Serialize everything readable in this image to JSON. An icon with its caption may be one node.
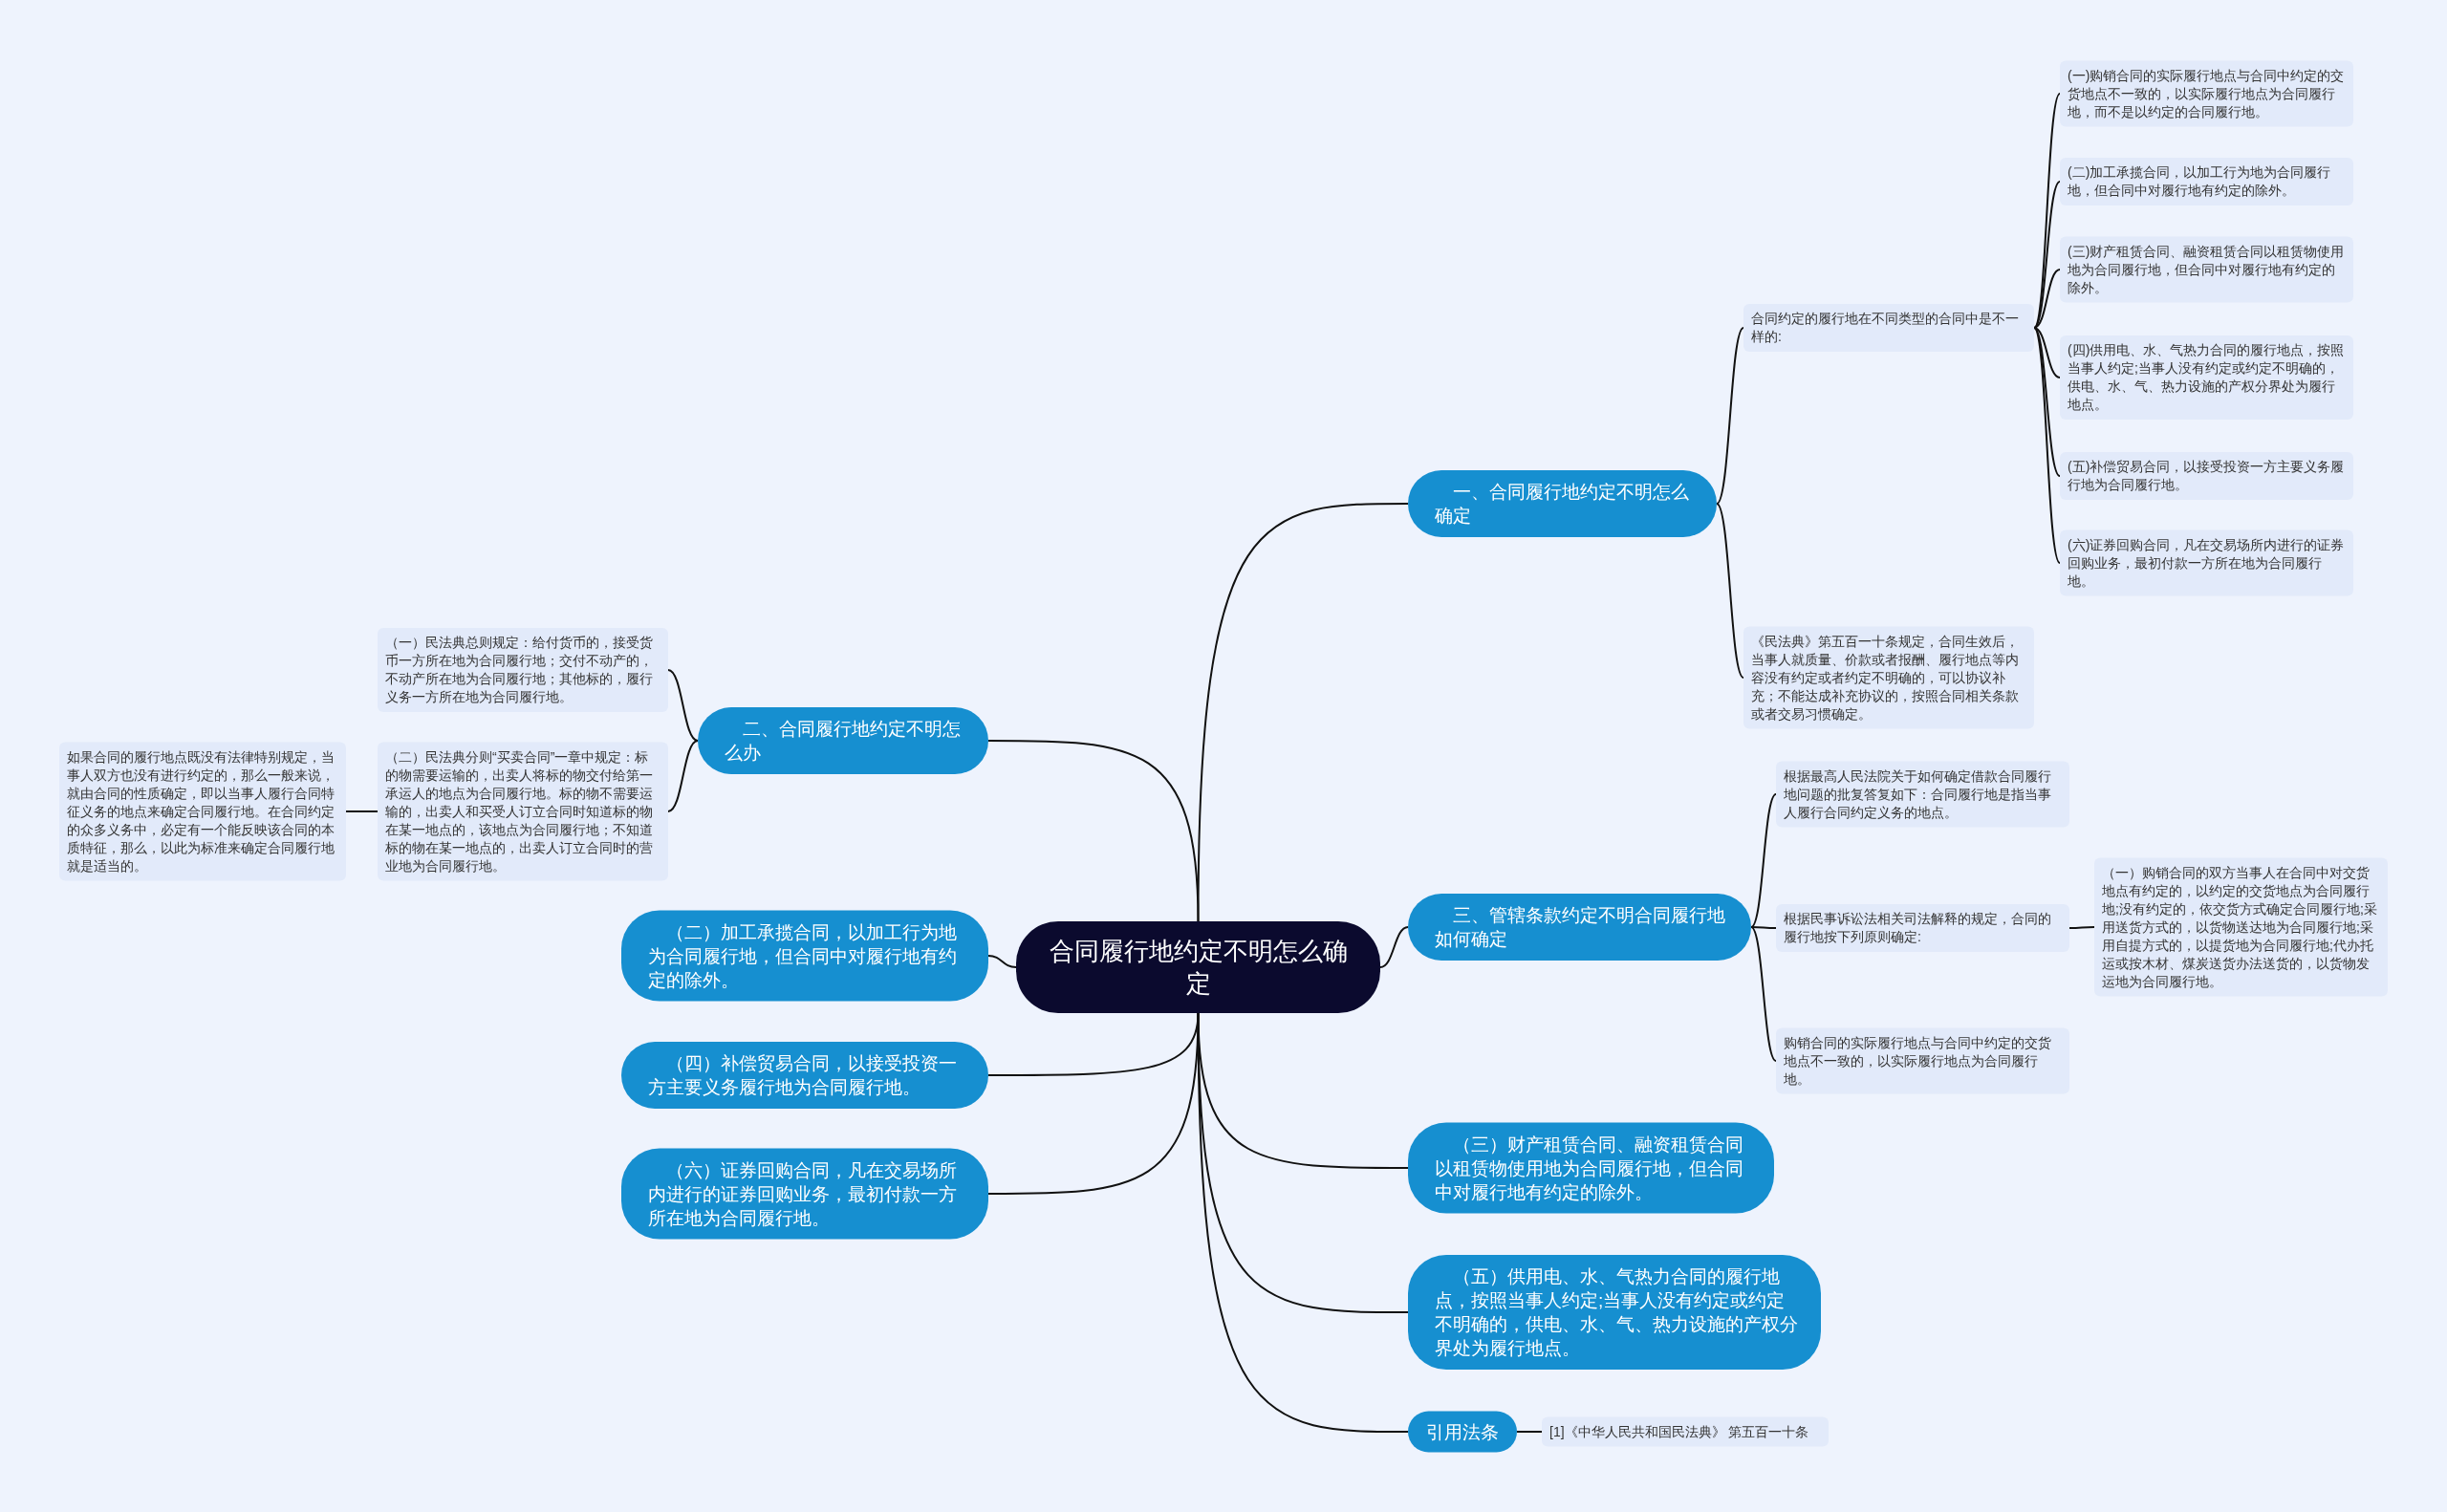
{
  "diagram": {
    "nodes": [
      {
        "text": [
          "合同履行地约定不明怎么确定"
        ]
      },
      {
        "text": [
          "一、合同履行地约定不明怎么确定"
        ]
      },
      {
        "text": [
          "合同约定的履行地在不同类型的合同中是不一样的:"
        ]
      },
      {
        "text": [
          "(一)购销合同的实际履行地点与合同中约定的交货地点不一致的，以实际履行地点为合同履行地，而不是以约定的合同履行地。"
        ]
      },
      {
        "text": [
          "(二)加工承揽合同，以加工行为地为合同履行地，但合同中对履行地有约定的除外。"
        ]
      },
      {
        "text": [
          "(三)财产租赁合同、融资租赁合同以租赁物使用地为合同履行地，但合同中对履行地有约定的除外。"
        ]
      },
      {
        "text": [
          "(四)供用电、水、气热力合同的履行地点，按照当事人约定;当事人没有约定或约定不明确的，供电、水、气、热力设施的产权分界处为履行地点。"
        ]
      },
      {
        "text": [
          "(五)补偿贸易合同，以接受投资一方主要义务履行地为合同履行地。"
        ]
      },
      {
        "text": [
          "(六)证券回购合同，凡在交易场所内进行的证券回购业务，最初付款一方所在地为合同履行地。"
        ]
      },
      {
        "text": [
          "《民法典》第五百一十条规定，合同生效后，当事人就质量、价款或者报酬、履行地点等内容没有约定或者约定不明确的，可以协议补充；不能达成补充协议的，按照合同相关条款或者交易习惯确定。"
        ]
      },
      {
        "text": [
          "二、合同履行地约定不明怎么办"
        ]
      },
      {
        "text": [
          "（一）民法典总则规定：给付货币的，接受货币一方所在地为合同履行地；交付不动产的，不动产所在地为合同履行地；其他标的，履行义务一方所在地为合同履行地。"
        ]
      },
      {
        "text": [
          "（二）民法典分则“买卖合同”一章中规定：标的物需要运输的，出卖人将标的物交付给第一承运人的地点为合同履行地。标的物不需要运输的，出卖人和买受人订立合同时知道标的物在某一地点的，该地点为合同履行地；不知道标的物在某一地点的，出卖人订立合同时的营业地为合同履行地。"
        ]
      },
      {
        "text": [
          "如果合同的履行地点既没有法律特别规定，当事人双方也没有进行约定的，那么一般来说，就由合同的性质确定，即以当事人履行合同特征义务的地点来确定合同履行地。在合同约定的众多义务中，必定有一个能反映该合同的本质特征，那么，以此为标准来确定合同履行地就是适当的。"
        ]
      },
      {
        "text": [
          "（二）加工承揽合同，以加工行为地为合同履行地，但合同中对履行地有约定的除外。"
        ]
      },
      {
        "text": [
          "（四）补偿贸易合同，以接受投资一方主要义务履行地为合同履行地。"
        ]
      },
      {
        "text": [
          "（六）证券回购合同，凡在交易场所内进行的证券回购业务，最初付款一方所在地为合同履行地。"
        ]
      },
      {
        "text": [
          "三、管辖条款约定不明合同履行地如何确定"
        ]
      },
      {
        "text": [
          "根据最高人民法院关于如何确定借款合同履行地问题的批复答复如下：合同履行地是指当事人履行合同约定义务的地点。"
        ]
      },
      {
        "text": [
          "根据民事诉讼法相关司法解释的规定，合同的履行地按下列原则确定:"
        ]
      },
      {
        "text": [
          "（一）购销合同的双方当事人在合同中对交货地点有约定的，以约定的交货地点为合同履行地;没有约定的，依交货方式确定合同履行地;采用送货方式的，以货物送达地为合同履行地;采用自提方式的，以提货地为合同履行地;代办托运或按木材、煤炭送货办法送货的，以货物发运地为合同履行地。"
        ]
      },
      {
        "text": [
          "购销合同的实际履行地点与合同中约定的交货地点不一致的，以实际履行地点为合同履行地。"
        ]
      },
      {
        "text": [
          "（三）财产租赁合同、融资租赁合同以租赁物使用地为合同履行地，但合同中对履行地有约定的除外。"
        ]
      },
      {
        "text": [
          "（五）供用电、水、气热力合同的履行地点，按照当事人约定;当事人没有约定或约定不明确的，供电、水、气、热力设施的产权分界处为履行地点。"
        ]
      },
      {
        "text": [
          "引用法条"
        ]
      },
      {
        "text": [
          "[1]《中华人民共和国民法典》 第五百一十条"
        ]
      }
    ],
    "edges": [
      {
        "from": 0,
        "to": 1,
        "arrow": "none"
      },
      {
        "from": 1,
        "to": 2,
        "arrow": "none"
      },
      {
        "from": 2,
        "to": 3,
        "arrow": "none"
      },
      {
        "from": 2,
        "to": 4,
        "arrow": "none"
      },
      {
        "from": 2,
        "to": 5,
        "arrow": "none"
      },
      {
        "from": 2,
        "to": 6,
        "arrow": "none"
      },
      {
        "from": 2,
        "to": 7,
        "arrow": "none"
      },
      {
        "from": 2,
        "to": 8,
        "arrow": "none"
      },
      {
        "from": 1,
        "to": 9,
        "arrow": "none"
      },
      {
        "from": 0,
        "to": 10,
        "arrow": "none"
      },
      {
        "from": 10,
        "to": 11,
        "arrow": "none"
      },
      {
        "from": 10,
        "to": 12,
        "arrow": "none"
      },
      {
        "from": 12,
        "to": 13,
        "arrow": "none"
      },
      {
        "from": 0,
        "to": 14,
        "arrow": "none"
      },
      {
        "from": 0,
        "to": 15,
        "arrow": "none"
      },
      {
        "from": 0,
        "to": 16,
        "arrow": "none"
      },
      {
        "from": 0,
        "to": 17,
        "arrow": "none"
      },
      {
        "from": 17,
        "to": 18,
        "arrow": "none"
      },
      {
        "from": 17,
        "to": 19,
        "arrow": "none"
      },
      {
        "from": 19,
        "to": 20,
        "arrow": "none"
      },
      {
        "from": 17,
        "to": 21,
        "arrow": "none"
      },
      {
        "from": 0,
        "to": 22,
        "arrow": "none"
      },
      {
        "from": 0,
        "to": 23,
        "arrow": "none"
      },
      {
        "from": 0,
        "to": 24,
        "arrow": "none"
      },
      {
        "from": 24,
        "to": 25,
        "arrow": "none"
      }
    ]
  }
}
